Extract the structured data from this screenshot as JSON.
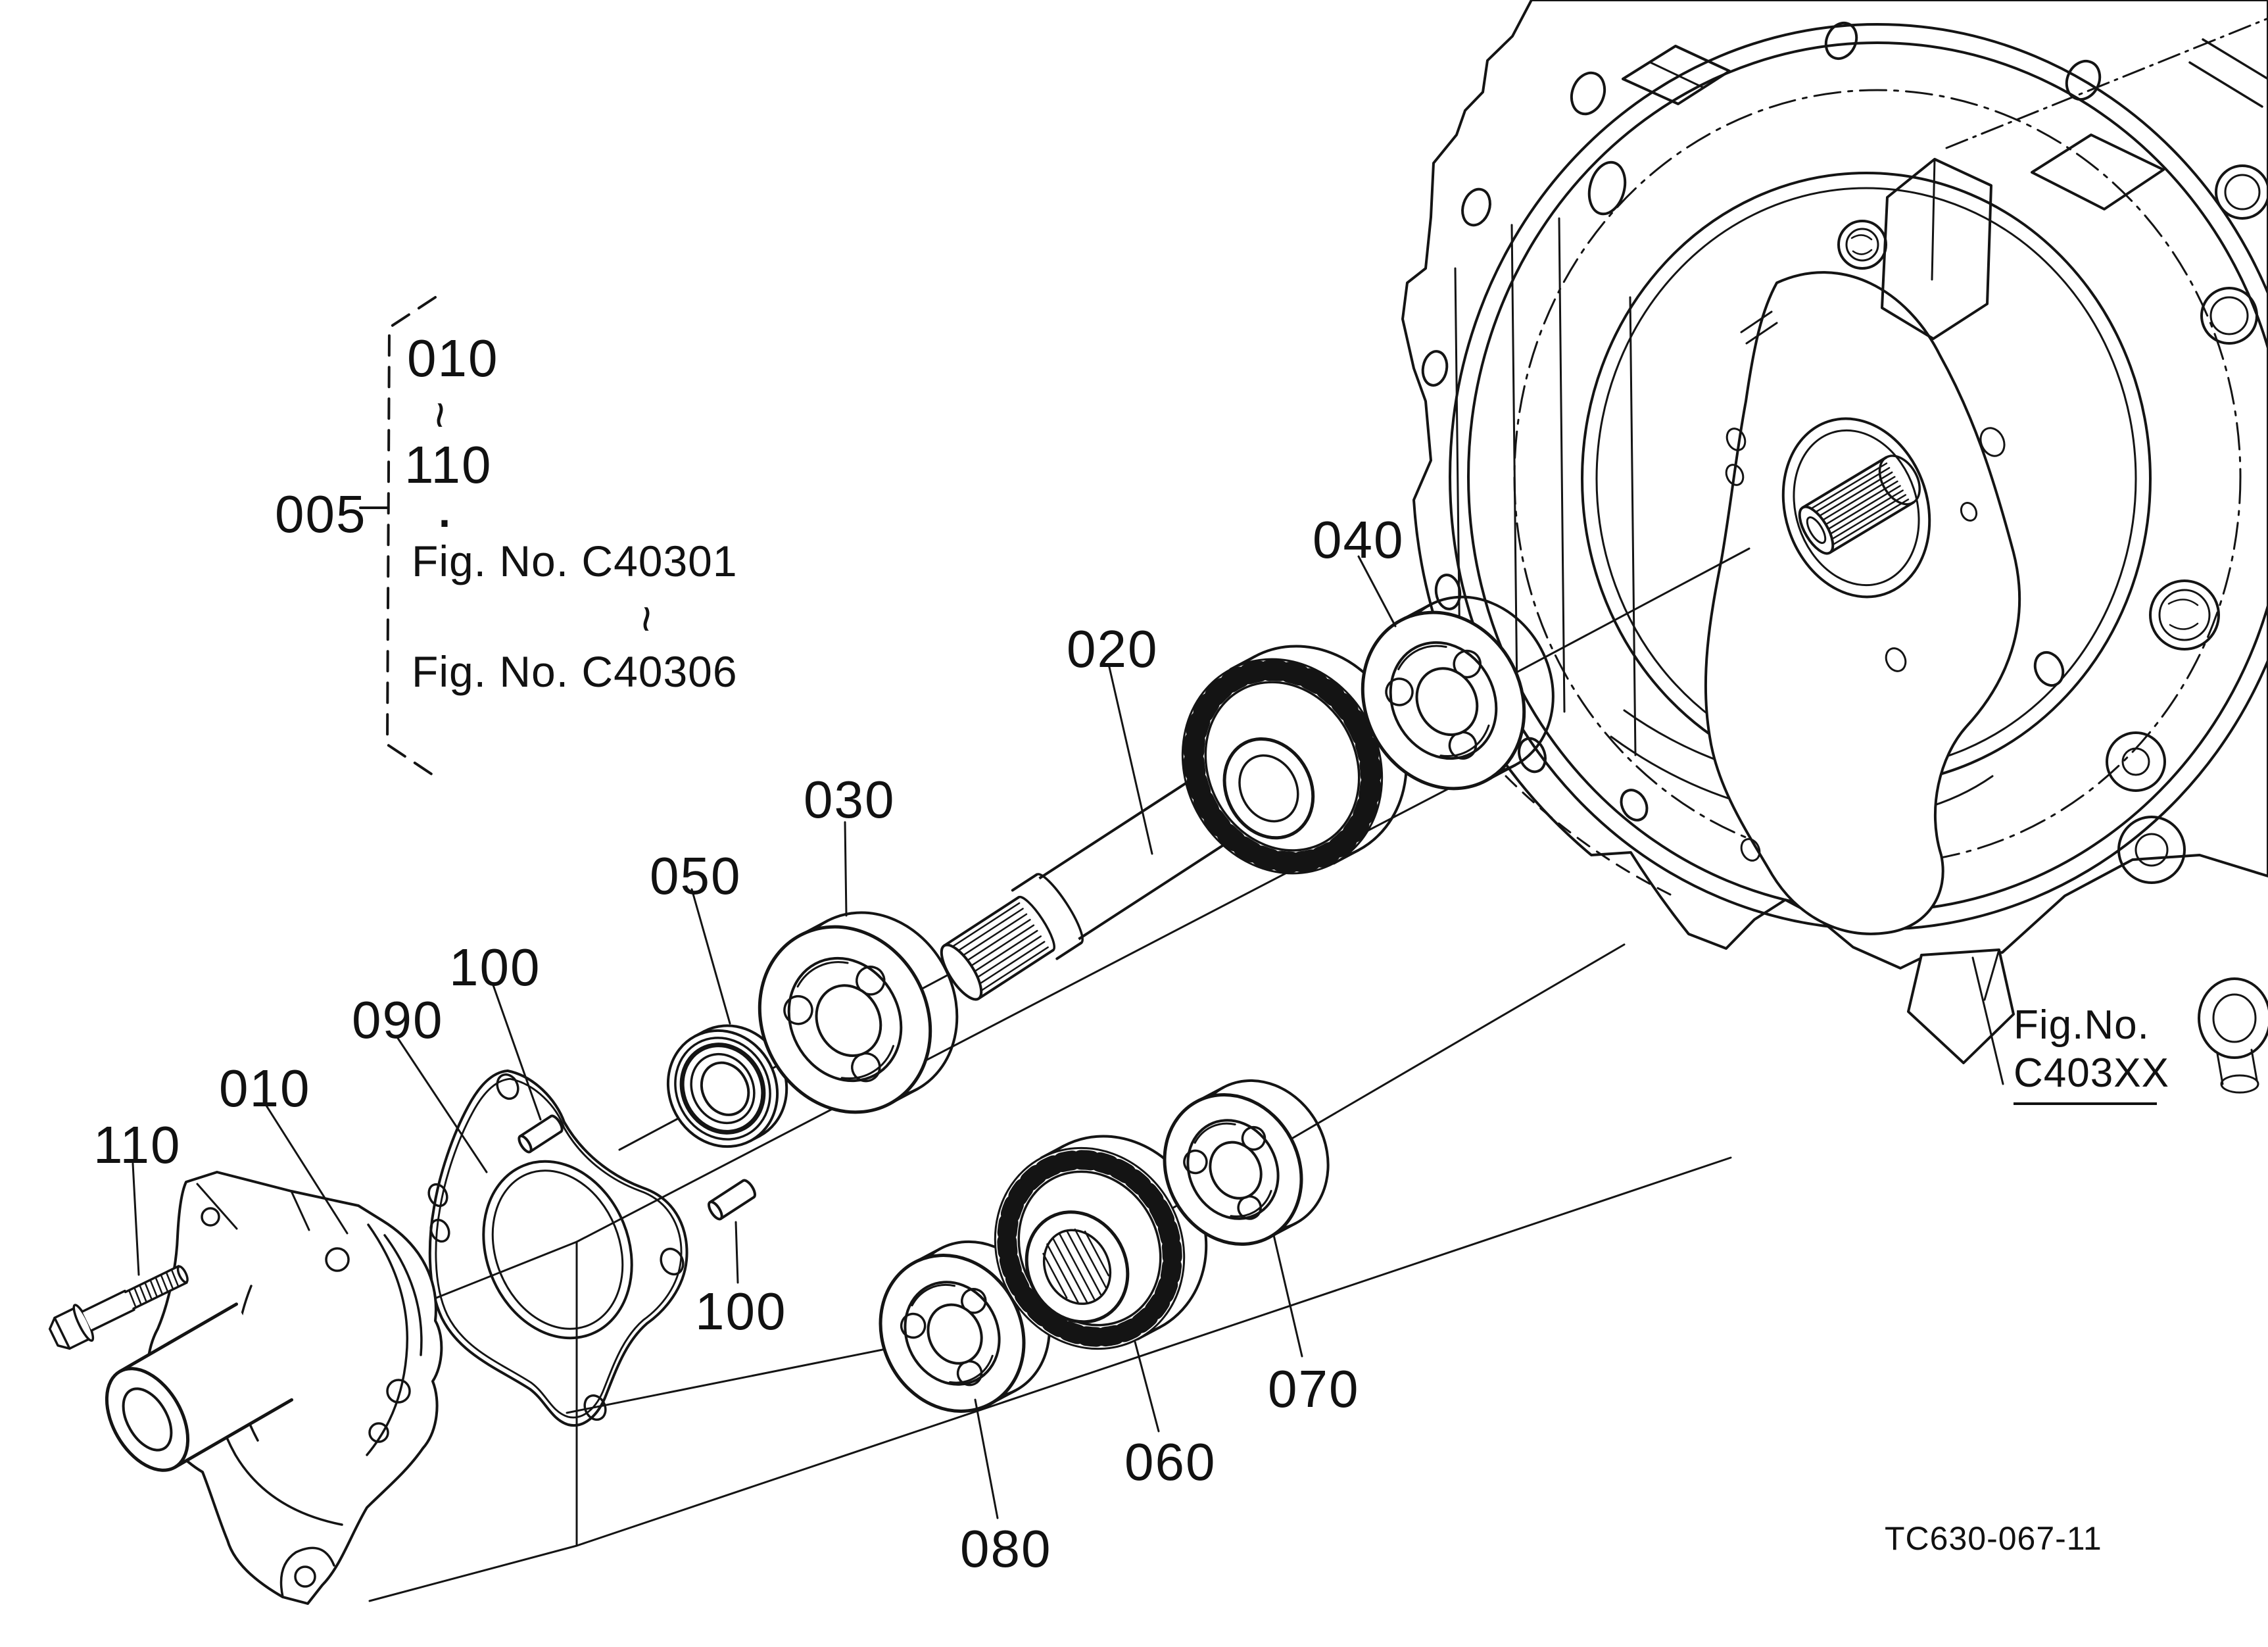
{
  "diagram": {
    "title_hidden": "",
    "ref_block": {
      "callout": "005",
      "range_start": "010",
      "tilde1": "~",
      "range_end": "110",
      "dot": "·",
      "fig_from": "Fig. No. C40301",
      "tilde2": "~",
      "fig_to": "Fig. No. C40306"
    },
    "callouts": {
      "c010": "010",
      "c020": "020",
      "c030": "030",
      "c040": "040",
      "c050": "050",
      "c060": "060",
      "c070": "070",
      "c080": "080",
      "c090": "090",
      "c100a": "100",
      "c100b": "100",
      "c110": "110"
    },
    "figure_ref": {
      "line1": "Fig.No.",
      "line2": "C403XX"
    },
    "drawing_code": "TC630-067-11",
    "colors": {
      "ink": "#141414",
      "background": "#ffffff"
    }
  }
}
